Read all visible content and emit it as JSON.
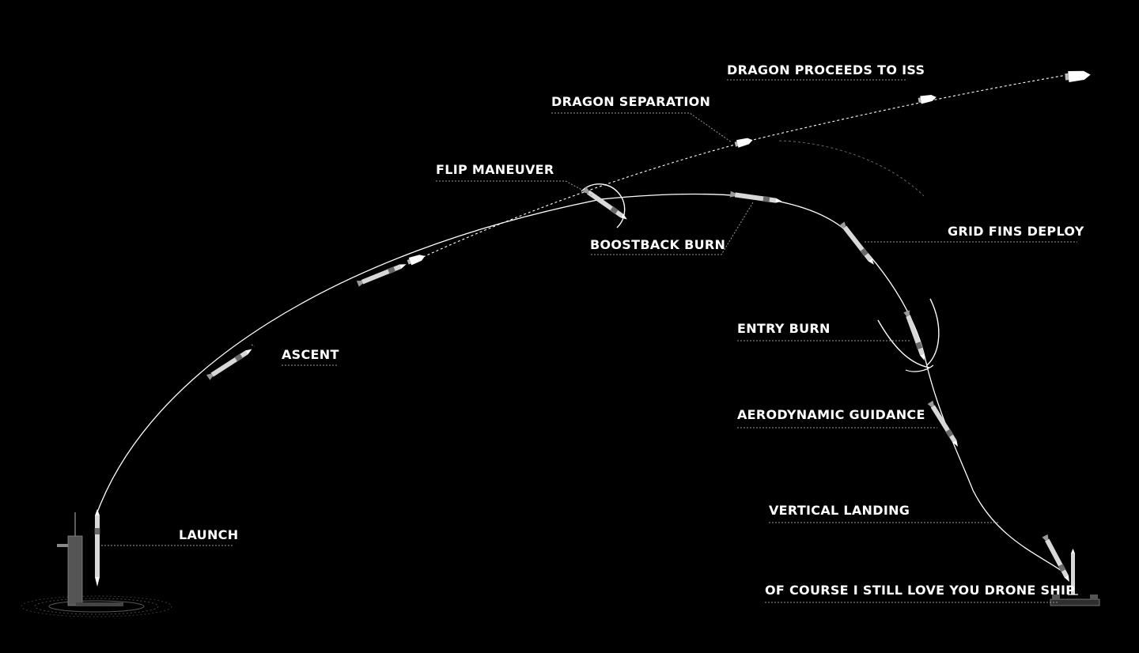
{
  "diagram": {
    "labels": {
      "launch": "LAUNCH",
      "ascent": "ASCENT",
      "flip_maneuver": "FLIP MANEUVER",
      "boostback_burn": "BOOSTBACK BURN",
      "dragon_separation": "DRAGON SEPARATION",
      "dragon_proceeds": "DRAGON PROCEEDS TO ISS",
      "grid_fins": "GRID FINS DEPLOY",
      "entry_burn": "ENTRY BURN",
      "aero_guidance": "AERODYNAMIC GUIDANCE",
      "vertical_landing": "VERTICAL LANDING",
      "drone_ship": "OF COURSE I STILL LOVE YOU DRONE SHIP"
    },
    "colors": {
      "background": "#000000",
      "line": "#ffffff",
      "leader": "#9a9a9a",
      "rocket_body": "#d8d8d8",
      "interstage": "#6a6a6a"
    }
  }
}
